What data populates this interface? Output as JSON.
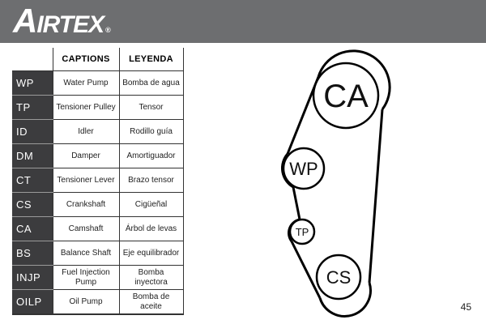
{
  "brand": {
    "logo_big": "A",
    "logo_rest": "IRTEX",
    "registered": "®"
  },
  "table": {
    "headers": [
      "",
      "CAPTIONS",
      "LEYENDA"
    ],
    "rows": [
      {
        "code": "WP",
        "caption": "Water Pump",
        "leyenda": "Bomba de agua"
      },
      {
        "code": "TP",
        "caption": "Tensioner Pulley",
        "leyenda": "Tensor"
      },
      {
        "code": "ID",
        "caption": "Idler",
        "leyenda": "Rodillo guía"
      },
      {
        "code": "DM",
        "caption": "Damper",
        "leyenda": "Amortiguador"
      },
      {
        "code": "CT",
        "caption": "Tensioner Lever",
        "leyenda": "Brazo tensor"
      },
      {
        "code": "CS",
        "caption": "Crankshaft",
        "leyenda": "Cigüeñal"
      },
      {
        "code": "CA",
        "caption": "Camshaft",
        "leyenda": "Árbol de levas"
      },
      {
        "code": "BS",
        "caption": "Balance Shaft",
        "leyenda": "Eje equilibrador"
      },
      {
        "code": "INJP",
        "caption": "Fuel Injection Pump",
        "leyenda": "Bomba inyectora"
      },
      {
        "code": "OILP",
        "caption": "Oil Pump",
        "leyenda": "Bomba de aceite"
      }
    ]
  },
  "diagram": {
    "pulleys": [
      {
        "label": "CA"
      },
      {
        "label": "WP"
      },
      {
        "label": "TP"
      },
      {
        "label": "CS"
      }
    ]
  },
  "page_number": "45",
  "colors": {
    "header_bg": "#6d6e70",
    "code_cell_bg": "#3c3c3e",
    "belt": "#000000"
  }
}
